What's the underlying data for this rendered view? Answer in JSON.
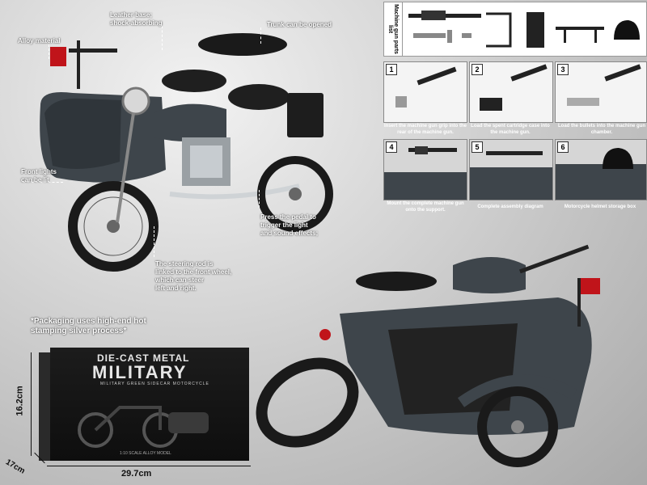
{
  "callouts": {
    "leather": "Leather base;\nshock-absorbing",
    "trunk": "Trunk can be opened",
    "alloy": "Alloy material",
    "front_lights": "Front lights\ncan be lit",
    "pedal": "Press the pedal to\ntrigger the light\nand sound effects;",
    "steering": "The steering rod is\nlinked to the front wheel,\nwhich can steer\nleft and right."
  },
  "parts_panel": {
    "label": "Machine gun parts list"
  },
  "steps": [
    {
      "num": "1",
      "caption": "Insert the machine gun grip into the rear of the machine gun."
    },
    {
      "num": "2",
      "caption": "Load the spent cartridge case into the machine gun."
    },
    {
      "num": "3",
      "caption": "Load the bullets into the machine gun chamber."
    },
    {
      "num": "4",
      "caption": "Mount the complete machine gun onto the support."
    },
    {
      "num": "5",
      "caption": "Complete assembly diagram"
    },
    {
      "num": "6",
      "caption": "Motorcycle helmet storage box"
    }
  ],
  "packaging": {
    "note": "*Packaging uses high-end hot stamping silver process*",
    "box_line1": "DIE-CAST METAL",
    "box_line2": "MILITARY",
    "box_line3": "MILITARY GREEN SIDECAR MOTORCYCLE",
    "box_bottom": "1:10 SCALE ALLOY MODEL",
    "height": "16.2cm",
    "width": "29.7cm",
    "depth": "17cm"
  },
  "colors": {
    "body": "#3e454b",
    "panel_dark": "#2b2b2b",
    "accent_red": "#c0141a"
  }
}
